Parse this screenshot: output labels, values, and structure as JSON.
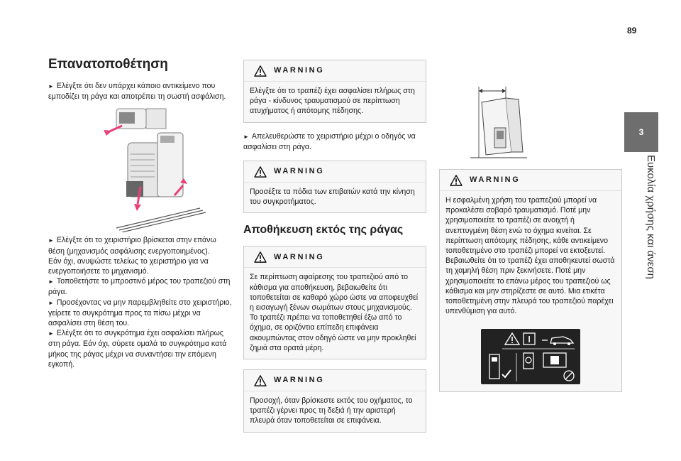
{
  "page": {
    "number": "89"
  },
  "chapter": {
    "number": "3",
    "title": "Ευκολία χρήσης και άνεση"
  },
  "col1": {
    "title": "Επανατοποθέτηση",
    "para1": "Ελέγξτε ότι δεν υπάρχει κάποιο αντικείμενο που εμποδίζει τη ράγα και αποτρέπει τη σωστή ασφάλιση.",
    "para2": "Ελέγξτε ότι το χειριστήριο βρίσκεται στην επάνω θέση (μηχανισμός ασφάλισης ενεργοποιημένος).",
    "para3": "Εάν όχι, ανυψώστε τελείως το χειριστήριο για να ενεργοποιήσετε το μηχανισμό.",
    "para4": "Τοποθετήστε το μπροστινό μέρος του τραπεζιού στη ράγα.",
    "para5": "Προσέχοντας να μην παρεμβληθείτε στο χειριστήριο, γείρετε το συγκρότημα προς τα πίσω μέχρι να ασφαλίσει στη θέση του.",
    "para6": "Ελέγξτε ότι το συγκρότημα έχει ασφαλίσει πλήρως στη ράγα. Εάν όχι, σύρετε ομαλά το συγκρότημα κατά μήκος της ράγας μέχρι να συναντήσει την επόμενη εγκοπή."
  },
  "col2": {
    "warning1": {
      "label": "WARNING",
      "text": "Ελέγξτε ότι το τραπέζι έχει ασφαλίσει πλήρως στη ράγα - κίνδυνος τραυματισμού σε περίπτωση ατυχήματος ή απότομης πέδησης."
    },
    "para1": "Απελευθερώστε το χειριστήριο μέχρι ο οδηγός να ασφαλίσει στη ράγα.",
    "warning2": {
      "label": "WARNING",
      "text": "Προσέξτε τα πόδια των επιβατών κατά την κίνηση του συγκροτήματος."
    },
    "title": "Αποθήκευση εκτός της ράγας",
    "warning3": {
      "label": "WARNING",
      "text": "Σε περίπτωση αφαίρεσης του τραπεζιού από το κάθισμα για αποθήκευση, βεβαιωθείτε ότι τοποθετείται σε καθαρό χώρο ώστε να αποφευχθεί η εισαγωγή ξένων σωμάτων στους μηχανισμούς. Το τραπέζι πρέπει να τοποθετηθεί έξω από το όχημα, σε οριζόντια επίπεδη επιφάνεια ακουμπώντας στον οδηγό ώστε να μην προκληθεί ζημιά στα ορατά μέρη."
    },
    "warning4": {
      "label": "WARNING",
      "text": "Προσοχή, όταν βρίσκεστε εκτός του οχήματος, το τραπέζι γέρνει προς τη δεξιά ή την αριστερή πλευρά όταν τοποθετείται σε επιφάνεια."
    }
  },
  "col3": {
    "warning": {
      "label": "WARNING",
      "text": "Η εσφαλμένη χρήση του τραπεζιού μπορεί να προκαλέσει σοβαρό τραυματισμό. Ποτέ μην χρησιμοποιείτε το τραπέζι σε ανοιχτή ή ανεπτυγμένη θέση ενώ το όχημα κινείται. Σε περίπτωση απότομης πέδησης, κάθε αντικείμενο τοποθετημένο στο τραπέζι μπορεί να εκτοξευτεί. Βεβαιωθείτε ότι το τραπέζι έχει αποθηκευτεί σωστά τη χαμηλή θέση πριν ξεκινήσετε. Ποτέ μην χρησιμοποιείτε το επάνω μέρος του τραπεζιού ως κάθισμα και μην στηρίζεστε σε αυτό. Μια ετικέτα τοποθετημένη στην πλευρά του τραπεζιού παρέχει υπενθύμιση για αυτό."
    }
  },
  "colors": {
    "chapter_tab": "#6e6e6e",
    "warning_bg": "#f7f7f7",
    "warning_border": "#c9c9c9",
    "arrow": "#e8407a",
    "label_bg": "#222222"
  }
}
